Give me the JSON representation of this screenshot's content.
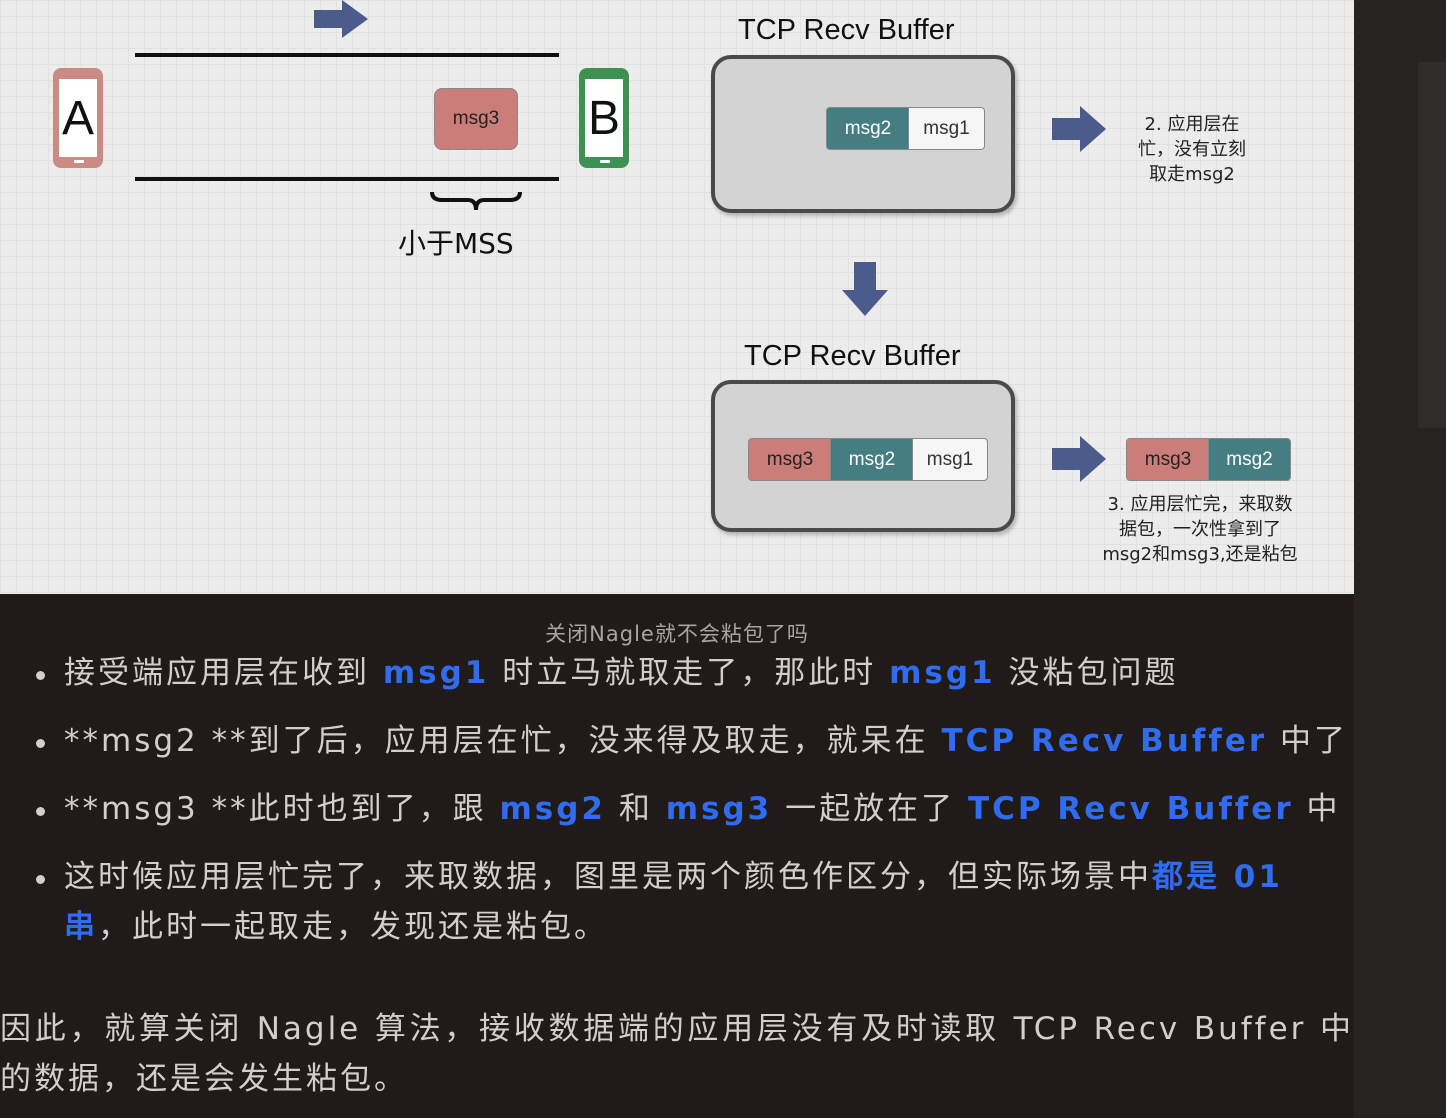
{
  "diagram": {
    "phone_a_label": "A",
    "phone_b_label": "B",
    "in_flight_msg": "msg3",
    "size_label": "小于MSS",
    "buffer1": {
      "title": "TCP Recv Buffer",
      "messages": [
        "msg2",
        "msg1"
      ],
      "note": "2. 应用层在\n忙，没有立刻\n取走msg2"
    },
    "buffer2": {
      "title": "TCP Recv Buffer",
      "messages": [
        "msg3",
        "msg2",
        "msg1"
      ],
      "taken": [
        "msg3",
        "msg2"
      ],
      "note": "3. 应用层忙完，来取数\n据包，一次性拿到了\nmsg2和msg3,还是粘包"
    }
  },
  "caption": "关闭Nagle就不会粘包了吗",
  "bullets": [
    {
      "t1": "接受端应用层在收到 ",
      "h1": "msg1",
      "t2": " 时立马就取走了，那此时 ",
      "h2": "msg1",
      "t3": " 没粘包问题"
    },
    {
      "t1": "**msg2 **到了后，应用层在忙，没来得及取走，就呆在 ",
      "h1": "TCP Recv Buffer",
      "t2": " 中了"
    },
    {
      "t1": "**msg3 **此时也到了，跟 ",
      "h1": "msg2",
      "t2": " 和 ",
      "h2": "msg3",
      "t3": " 一起放在了 ",
      "h3": "TCP Recv Buffer",
      "t4": " 中"
    },
    {
      "t1": "这时候应用层忙完了，来取数据，图里是两个颜色作区分，但实际场景中",
      "h1": "都是 01 串",
      "t2": "，此时一起取走，发现还是粘包。"
    }
  ],
  "paragraph": "因此，就算关闭 Nagle 算法，接收数据端的应用层没有及时读取 TCP Recv Buffer 中的数据，还是会发生粘包。",
  "colors": {
    "highlight": "#2f6cf1",
    "msg_red": "#cb7d7a",
    "msg_teal": "#447e82",
    "arrow": "#4a5b8c",
    "background": "#201a18"
  }
}
